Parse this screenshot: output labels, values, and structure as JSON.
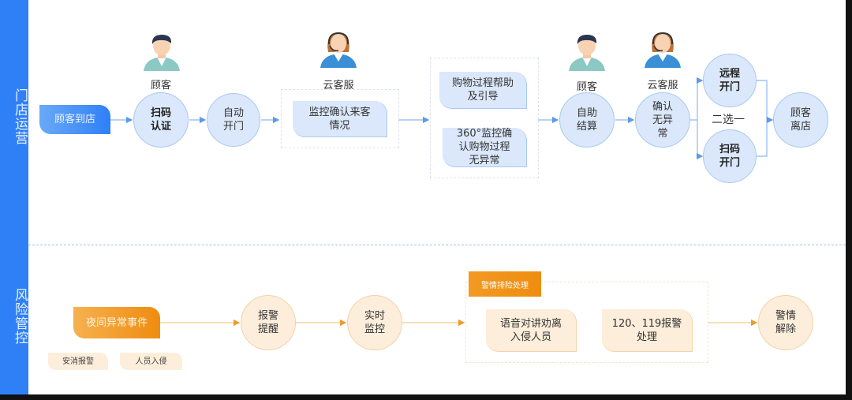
{
  "lanes": {
    "store_ops": "门店运营",
    "risk_control": "风险管控"
  },
  "store": {
    "start": "顾客到店",
    "roles": {
      "customer": "顾客",
      "cloud_service": "云客服"
    },
    "scan_auth": "扫码\n认证",
    "auto_open": "自动\n开门",
    "monitor_confirm": "监控确认来客\n情况",
    "shopping_help": "购物过程帮助\n及引导",
    "monitor_360": "360°监控确\n认购物过程\n无异常",
    "self_checkout": "自助\n结算",
    "confirm_ok": "确认\n无异\n常",
    "remote_open": "远程\n开门",
    "scan_open": "扫码\n开门",
    "choose_one": "二选一",
    "leave": "顾客\n离店"
  },
  "risk": {
    "start": "夜间异常事件",
    "tags": [
      "安消报警",
      "人员入侵"
    ],
    "alarm": "报警\n提醒",
    "realtime": "实时\n监控",
    "group_header": "警情排险处理",
    "intercom": "语音对讲劝离\n入侵人员",
    "call_police": "120、119报警\n处理",
    "resolved": "警情\n解除"
  },
  "colors": {
    "blue": "#2f80f7",
    "orange": "#ef8c10"
  }
}
